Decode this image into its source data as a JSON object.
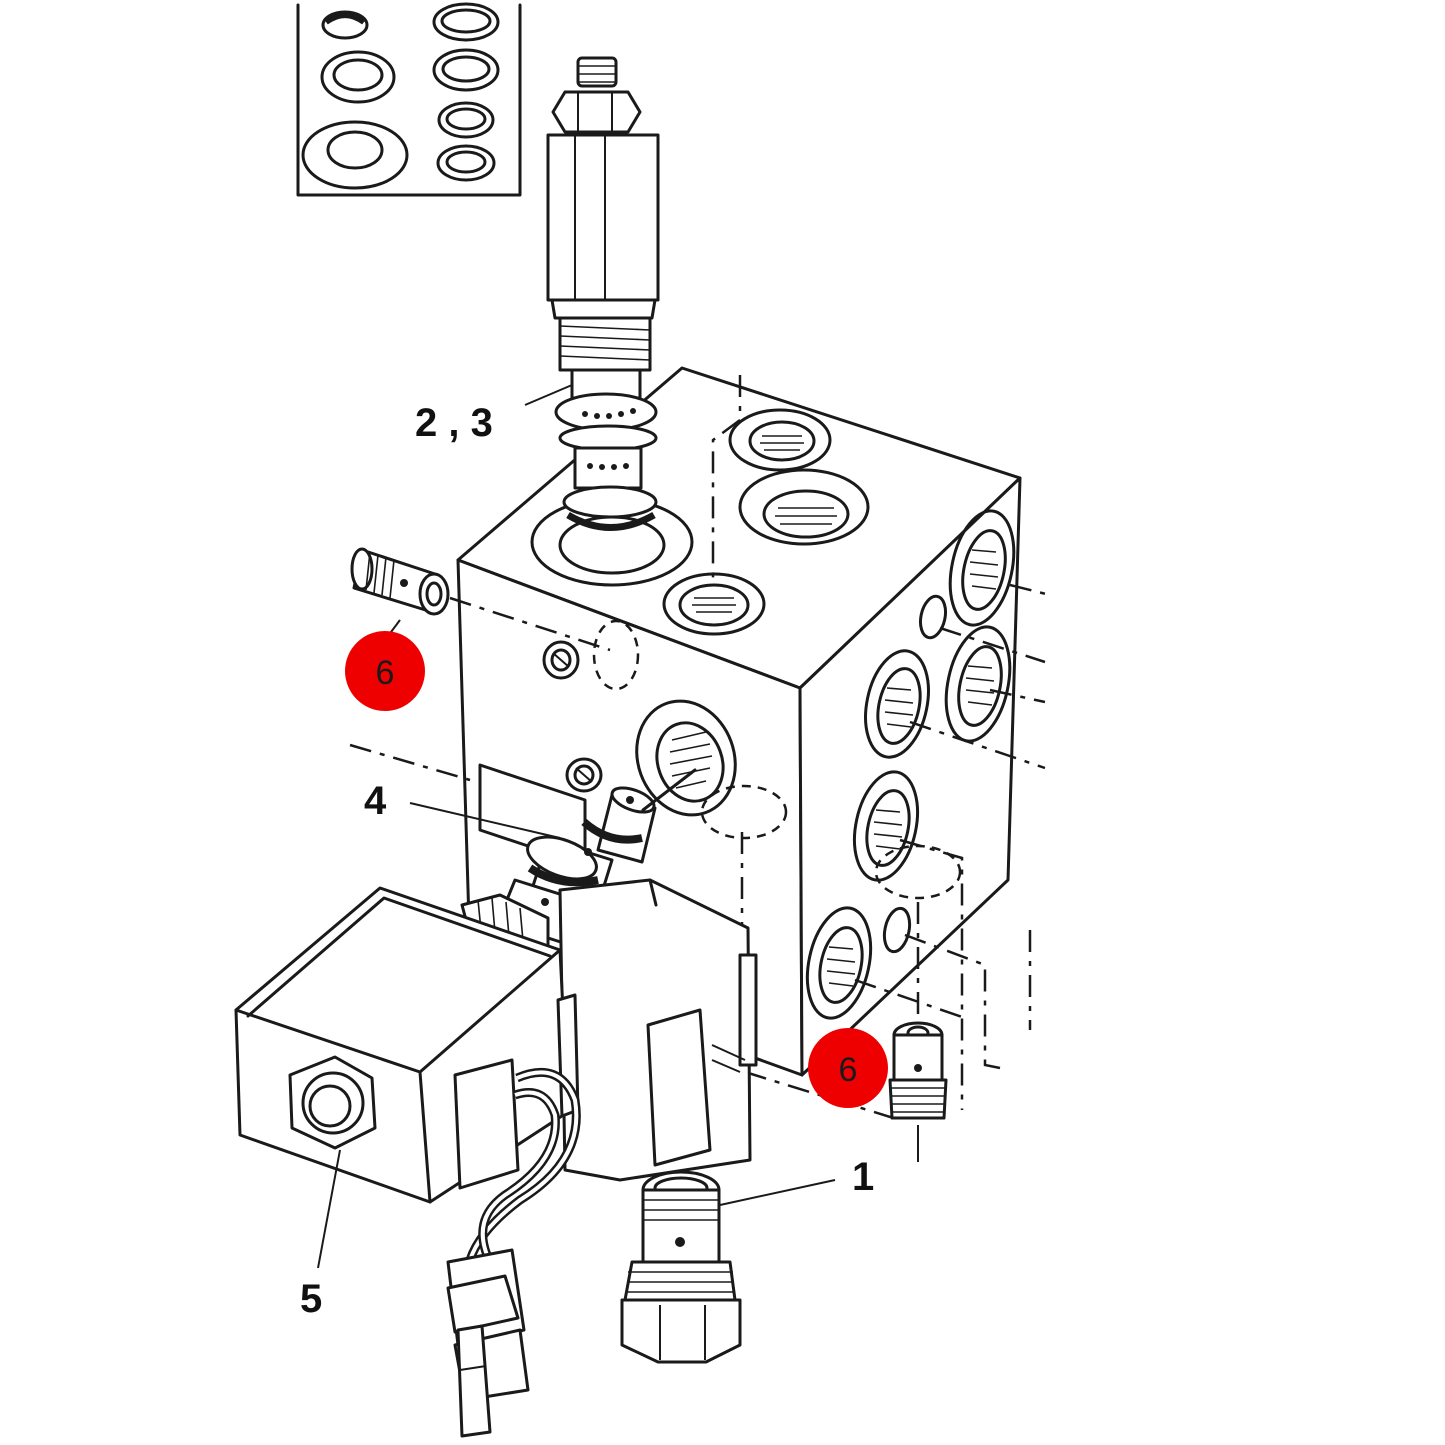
{
  "diagram": {
    "callouts": [
      {
        "id": "c1",
        "text": "1"
      },
      {
        "id": "c23",
        "text": "2 , 3"
      },
      {
        "id": "c4",
        "text": "4"
      },
      {
        "id": "c5",
        "text": "5"
      }
    ],
    "highlighted_callouts": [
      {
        "id": "h6a",
        "text": "6"
      },
      {
        "id": "h6b",
        "text": "6"
      }
    ],
    "highlight_color": "#ee0000"
  }
}
